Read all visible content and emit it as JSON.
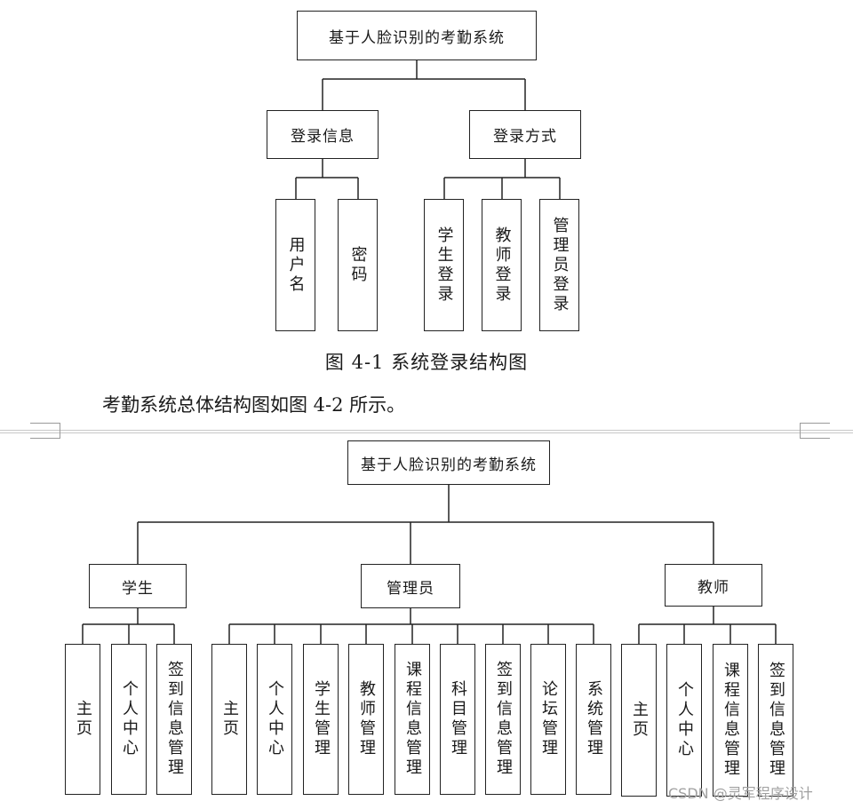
{
  "diagram1": {
    "root": "基于人脸识别的考勤系统",
    "groups": [
      {
        "label": "登录信息",
        "children": [
          "用户名",
          "密码"
        ]
      },
      {
        "label": "登录方式",
        "children": [
          "学生登录",
          "教师登录",
          "管理员登录"
        ]
      }
    ],
    "caption": "图 4-1  系统登录结构图"
  },
  "paragraph": "考勤系统总体结构图如图 4-2 所示。",
  "diagram2": {
    "root": "基于人脸识别的考勤系统",
    "groups": [
      {
        "label": "学生",
        "children": [
          "主页",
          "个人中心",
          "签到信息管理"
        ]
      },
      {
        "label": "管理员",
        "children": [
          "主页",
          "个人中心",
          "学生管理",
          "教师管理",
          "课程信息管理",
          "科目管理",
          "签到信息管理",
          "论坛管理",
          "系统管理"
        ]
      },
      {
        "label": "教师",
        "children": [
          "主页",
          "个人中心",
          "课程信息管理",
          "签到信息管理"
        ]
      }
    ]
  },
  "watermark": "CSDN @灵军程序设计"
}
